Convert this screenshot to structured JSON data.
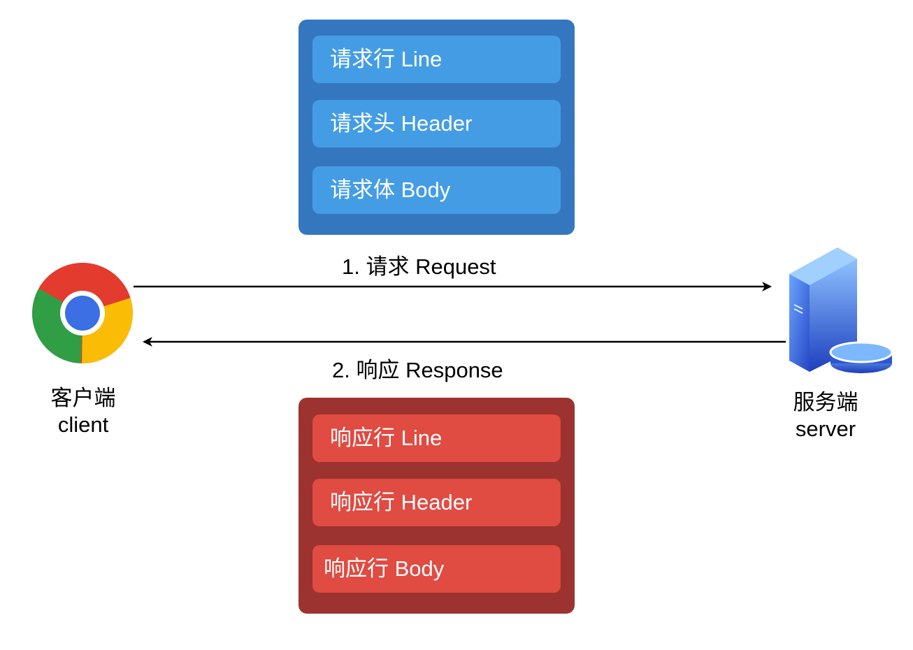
{
  "request": {
    "rows": [
      "请求行 Line",
      "请求头 Header",
      "请求体 Body"
    ],
    "color": "#3577bf",
    "row_color": "#449de4"
  },
  "response": {
    "rows": [
      "响应行 Line",
      "响应行 Header",
      "响应行 Body"
    ],
    "color": "#9c3330",
    "row_color": "#e04b42"
  },
  "arrows": {
    "request_label": "1. 请求 Request",
    "response_label": "2. 响应 Response"
  },
  "client": {
    "name": "客户端",
    "sub": "client",
    "icon": "chrome-browser-icon"
  },
  "server": {
    "name": "服务端",
    "sub": "server",
    "icon": "server-database-icon"
  }
}
